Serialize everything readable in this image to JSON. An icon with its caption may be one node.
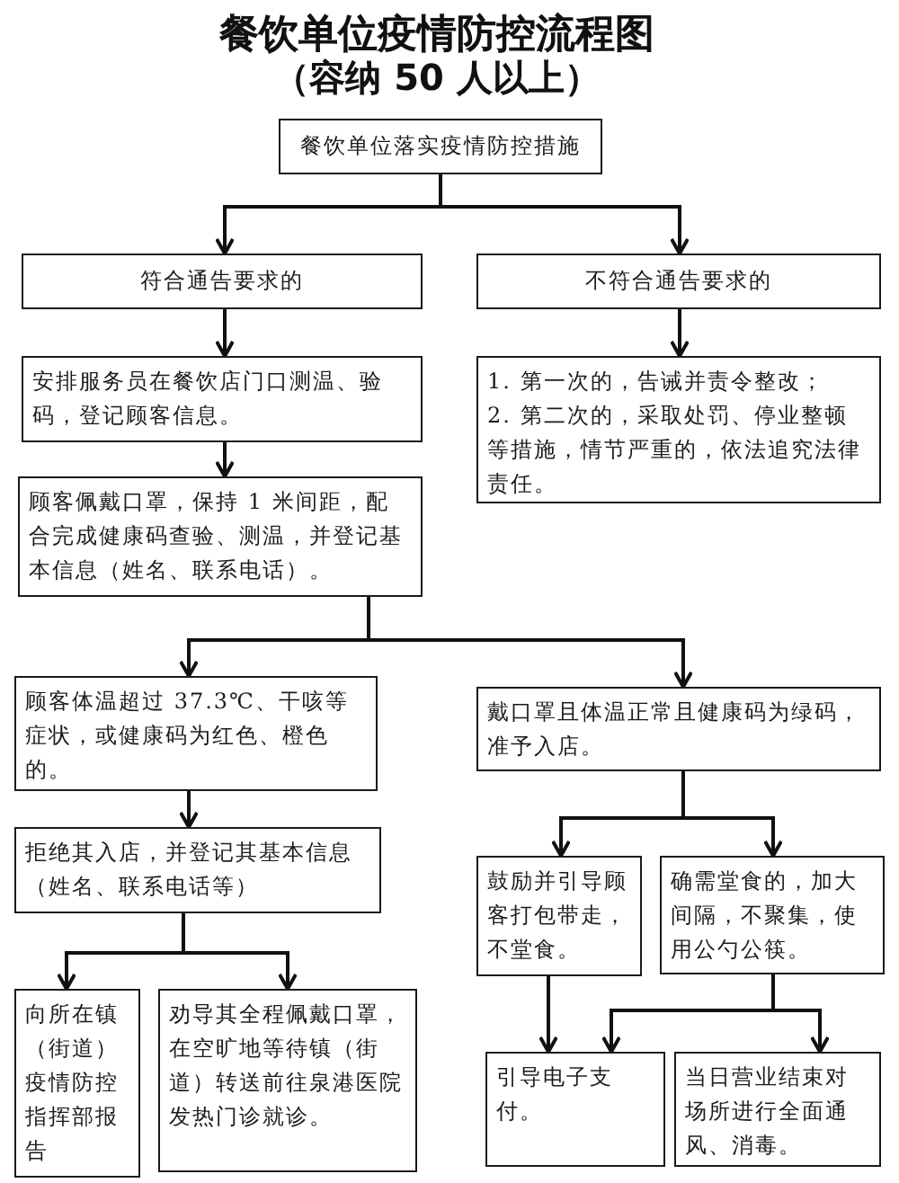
{
  "diagram": {
    "title": "餐饮单位疫情防控流程图",
    "nodes": [
      {
        "text": [
          "餐饮单位落实疫情防控措施"
        ]
      },
      {
        "text": [
          "符合通告要求的"
        ]
      },
      {
        "text": [
          "不符合通告要求的"
        ]
      },
      {
        "text": [
          "安排服务员在餐饮店门口测温、验码，登记顾客信息。"
        ]
      },
      {
        "text": [
          "1. 第一次的，告诫并责令整改；",
          "2. 第二次的，采取处罚、停业整顿等措施，情节严重的，依法追究法律责任。"
        ]
      },
      {
        "text": [
          "顾客佩戴口罩，保持 1 米间距，配合完成健康码查验、测温，并登记基本信息（姓名、联系电话）。"
        ]
      },
      {
        "text": [
          "顾客体温超过 37.3℃、干咳等症状，或健康码为红色、橙色的。"
        ]
      },
      {
        "text": [
          "戴口罩且体温正常且健康码为绿码，准予入店。"
        ]
      },
      {
        "text": [
          "拒绝其入店，并登记其基本信息（姓名、联系电话等）"
        ]
      },
      {
        "text": [
          "鼓励并引导顾客打包带走，不堂食。"
        ]
      },
      {
        "text": [
          "确需堂食的，加大间隔，不聚集，使用公勺公筷。"
        ]
      },
      {
        "text": [
          "向所在镇（街道）疫情防控指挥部报告"
        ]
      },
      {
        "text": [
          "劝导其全程佩戴口罩，在空旷地等待镇（街道）转送前往泉港医院发热门诊就诊。"
        ]
      },
      {
        "text": [
          "引导电子支付。"
        ]
      },
      {
        "text": [
          "当日营业结束对场所进行全面通风、消毒。"
        ]
      }
    ],
    "edges": [
      {
        "from": 0,
        "to": 1,
        "arrow": "to"
      },
      {
        "from": 0,
        "to": 2,
        "arrow": "to"
      },
      {
        "from": 1,
        "to": 3,
        "arrow": "to"
      },
      {
        "from": 2,
        "to": 4,
        "arrow": "to"
      },
      {
        "from": 3,
        "to": 5,
        "arrow": "to"
      },
      {
        "from": 5,
        "to": 6,
        "arrow": "to"
      },
      {
        "from": 5,
        "to": 7,
        "arrow": "to"
      },
      {
        "from": 6,
        "to": 8,
        "arrow": "to"
      },
      {
        "from": 8,
        "to": 11,
        "arrow": "to"
      },
      {
        "from": 8,
        "to": 12,
        "arrow": "to"
      },
      {
        "from": 7,
        "to": 9,
        "arrow": "to"
      },
      {
        "from": 7,
        "to": 10,
        "arrow": "to"
      },
      {
        "from": 9,
        "to": 13,
        "arrow": "to"
      },
      {
        "from": 10,
        "to": 13,
        "arrow": "to"
      },
      {
        "from": 10,
        "to": 14,
        "arrow": "to"
      }
    ],
    "labels": [
      "（容纳 50 人以上）"
    ]
  }
}
